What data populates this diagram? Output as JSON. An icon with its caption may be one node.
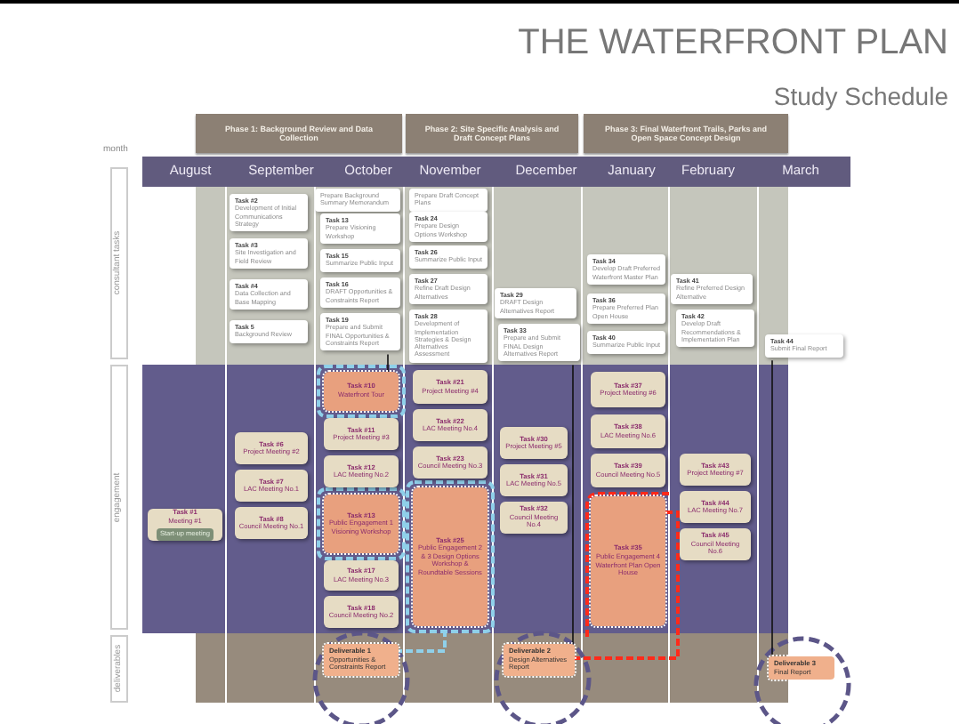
{
  "diagram": {
    "title": "THE WATERFRONT PLAN",
    "nodes": [
      {
        "text": [
          "Phase 1: Background Review and Data Collection"
        ]
      },
      {
        "text": [
          "Phase 2: Site Specific Analysis and Draft Concept Plans"
        ]
      },
      {
        "text": [
          "Phase 3: Final Waterfront Trails, Parks and Open Space Concept Design"
        ]
      },
      {
        "text": [
          "Task #2",
          "Development of Initial Communications Strategy"
        ]
      },
      {
        "text": [
          "Task #3",
          "Site Investigation and Field Review"
        ]
      },
      {
        "text": [
          "Task #4",
          "Data Collection and Base Mapping"
        ]
      },
      {
        "text": [
          "Task 5",
          "Background Review"
        ]
      },
      {
        "text": [
          "Prepare Background Summary Memorandum"
        ]
      },
      {
        "text": [
          "Task 13",
          "Prepare Visioning Workshop"
        ]
      },
      {
        "text": [
          "Task 15",
          "Summarize Public Input"
        ]
      },
      {
        "text": [
          "Task 16",
          "DRAFT Opportunities & Constraints Report"
        ]
      },
      {
        "text": [
          "Task 19",
          "Prepare and Submit FINAL Opportunities & Constraints Report"
        ]
      },
      {
        "text": [
          "Prepare Draft Concept Plans"
        ]
      },
      {
        "text": [
          "Task 24",
          "Prepare Design Options Workshop"
        ]
      },
      {
        "text": [
          "Task 26",
          "Summarize Public Input"
        ]
      },
      {
        "text": [
          "Task 27",
          "Refine Draft Design Alternatives"
        ]
      },
      {
        "text": [
          "Task 28",
          "Development of Implementation Strategies & Design Alternatives Assessment"
        ]
      },
      {
        "text": [
          "Task 29",
          "DRAFT Design Alternatives Report"
        ]
      },
      {
        "text": [
          "Task 33",
          "Prepare and Submit FINAL Design Alternatives Report"
        ]
      },
      {
        "text": [
          "Task 34",
          "Develop Draft Preferred Waterfront Master Plan"
        ]
      },
      {
        "text": [
          "Task 36",
          "Prepare Preferred Plan Open House"
        ]
      },
      {
        "text": [
          "Task 40",
          "Summarize Public Input"
        ]
      },
      {
        "text": [
          "Task 41",
          "Refine Preferred Design Alternative"
        ]
      },
      {
        "text": [
          "Task 42",
          "Develop Draft Recommendations & Implementation Plan"
        ]
      },
      {
        "text": [
          "Task 44",
          "Submit Final Report"
        ]
      },
      {
        "text": [
          "Task #1",
          "Meeting #1"
        ]
      },
      {
        "text": [
          "Start-up meeting"
        ],
        "in": 25
      },
      {
        "text": [
          "Task #6",
          "Project Meeting #2"
        ]
      },
      {
        "text": [
          "Task #7",
          "LAC Meeting No.1"
        ]
      },
      {
        "text": [
          "Task #8",
          "Council Meeting No.1"
        ]
      },
      {
        "text": [
          "Task #10",
          "Waterfront Tour"
        ]
      },
      {
        "text": [
          "Task #11",
          "Project Meeting #3"
        ]
      },
      {
        "text": [
          "Task #12",
          "LAC Meeting No.2"
        ]
      },
      {
        "text": [
          "Task #13",
          "Public Engagement 1 Visioning Workshop"
        ]
      },
      {
        "text": [
          "Task #17",
          "LAC Meeting No.3"
        ]
      },
      {
        "text": [
          "Task #18",
          "Council Meeting No.2"
        ]
      },
      {
        "text": [
          "Task #21",
          "Project Meeting #4"
        ]
      },
      {
        "text": [
          "Task #22",
          "LAC Meeting No.4"
        ]
      },
      {
        "text": [
          "Task #23",
          "Council Meeting No.3"
        ]
      },
      {
        "text": [
          "Task #25",
          "Public Engagement 2 & 3 Design Options Workshop & Roundtable Sessions"
        ]
      },
      {
        "text": [
          "Task #30",
          "Project Meeting #5"
        ]
      },
      {
        "text": [
          "Task #31",
          "LAC Meeting No.5"
        ]
      },
      {
        "text": [
          "Task #32",
          "Council Meeting No.4"
        ]
      },
      {
        "text": [
          "Task #37",
          "Project Meeting #6"
        ]
      },
      {
        "text": [
          "Task #38",
          "LAC Meeting No.6"
        ]
      },
      {
        "text": [
          "Task #39",
          "Council Meeting No.5"
        ]
      },
      {
        "text": [
          "Task #35",
          "Public Engagement 4 Waterfront Plan Open House"
        ]
      },
      {
        "text": [
          "Task #43",
          "Project Meeting #7"
        ]
      },
      {
        "text": [
          "Task #44",
          "LAC Meeting No.7"
        ]
      },
      {
        "text": [
          "Task #45",
          "Council Meeting No.6"
        ]
      },
      {
        "text": [
          "Deliverable 1",
          "Opportunities & Constraints Report"
        ]
      },
      {
        "text": [
          "Deliverable 2",
          "Design Alternatives Report"
        ]
      },
      {
        "text": [
          "Deliverable 3",
          "Final Report"
        ]
      }
    ],
    "edges": [
      {
        "from": 11,
        "to": 30,
        "arrow": "none"
      },
      {
        "from": 18,
        "to": 51,
        "arrow": "none"
      },
      {
        "from": 24,
        "to": 52,
        "arrow": "none"
      },
      {
        "from": 39,
        "to": 50,
        "arrow": "none",
        "style": "dashed",
        "color": "#8fd0ea"
      },
      {
        "from": 46,
        "to": 51,
        "arrow": "none",
        "style": "dashed",
        "color": "#ff2a1a"
      }
    ],
    "labels": [
      "Study Schedule",
      "month",
      "August",
      "September",
      "October",
      "November",
      "December",
      "January",
      "February",
      "March",
      "consultant tasks",
      "engagement",
      "deliverables"
    ]
  }
}
